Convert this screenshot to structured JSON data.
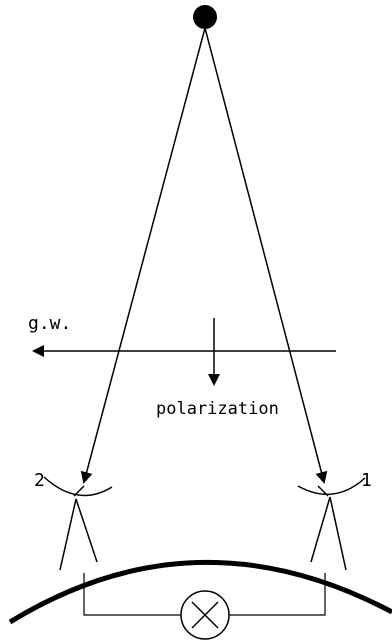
{
  "labels": {
    "gw": "g.w.",
    "polarization": "polarization",
    "antenna_left": "2",
    "antenna_right": "1"
  },
  "colors": {
    "stroke": "#000000",
    "background": "#ffffff"
  }
}
